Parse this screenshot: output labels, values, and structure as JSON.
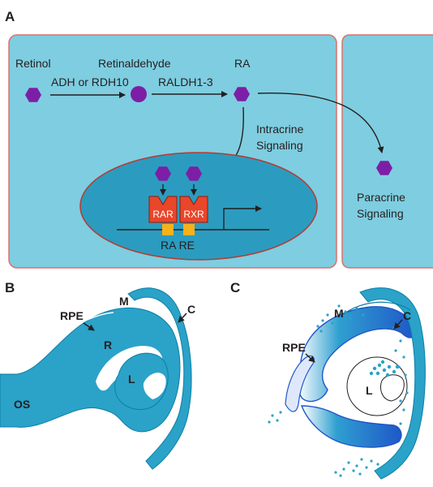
{
  "panels": {
    "a": "A",
    "b": "B",
    "c": "C"
  },
  "panel_a": {
    "retinol": "Retinol",
    "retinaldehyde": "Retinaldehyde",
    "ra": "RA",
    "enzyme1": "ADH or RDH10",
    "enzyme2": "RALDH1-3",
    "intracrine_line1": "Intracrine",
    "intracrine_line2": "Signaling",
    "paracrine_line1": "Paracrine",
    "paracrine_line2": "Signaling",
    "rar": "RAR",
    "rxr": "RXR",
    "rare": "RA RE"
  },
  "panel_b": {
    "m": "M",
    "c": "C",
    "rpe": "RPE",
    "r": "R",
    "l": "L",
    "os": "OS"
  },
  "panel_c": {
    "m": "M",
    "c": "C",
    "rpe": "RPE",
    "l": "L"
  },
  "colors": {
    "cell_fill": "#7fcde0",
    "cell_stroke": "#d9726d",
    "nucleus_fill": "#2b9cbf",
    "nucleus_stroke": "#b53a33",
    "molecule": "#7c1fa6",
    "receptor": "#e9462a",
    "response_element": "#f6b21b",
    "tissue": "#2ba2c8",
    "tissue_dark": "#0c7fa6",
    "retina_blue": "#1f57c9"
  }
}
